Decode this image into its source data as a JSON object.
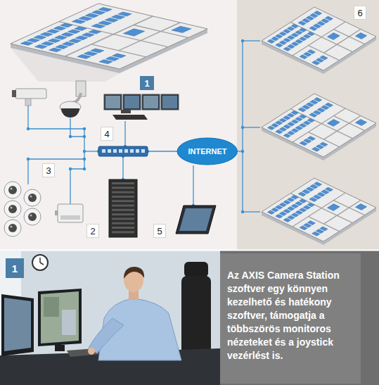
{
  "diagram": {
    "nodes": [
      {
        "text": [
          "6"
        ]
      },
      {
        "text": [
          "1"
        ]
      },
      {
        "text": [
          "4"
        ]
      },
      {
        "text": [
          "INTERNET"
        ]
      },
      {
        "text": [
          "3"
        ]
      },
      {
        "text": [
          "2"
        ]
      },
      {
        "text": [
          "5"
        ]
      },
      {
        "text": [
          "1"
        ]
      },
      {
        "text": [
          "Az AXIS Camera Station szoftver egy könnyen kezelhető és hatékony szoftver, támogatja a többszörös monitoros nézeteket és a joystick vezérlést is."
        ]
      }
    ]
  }
}
